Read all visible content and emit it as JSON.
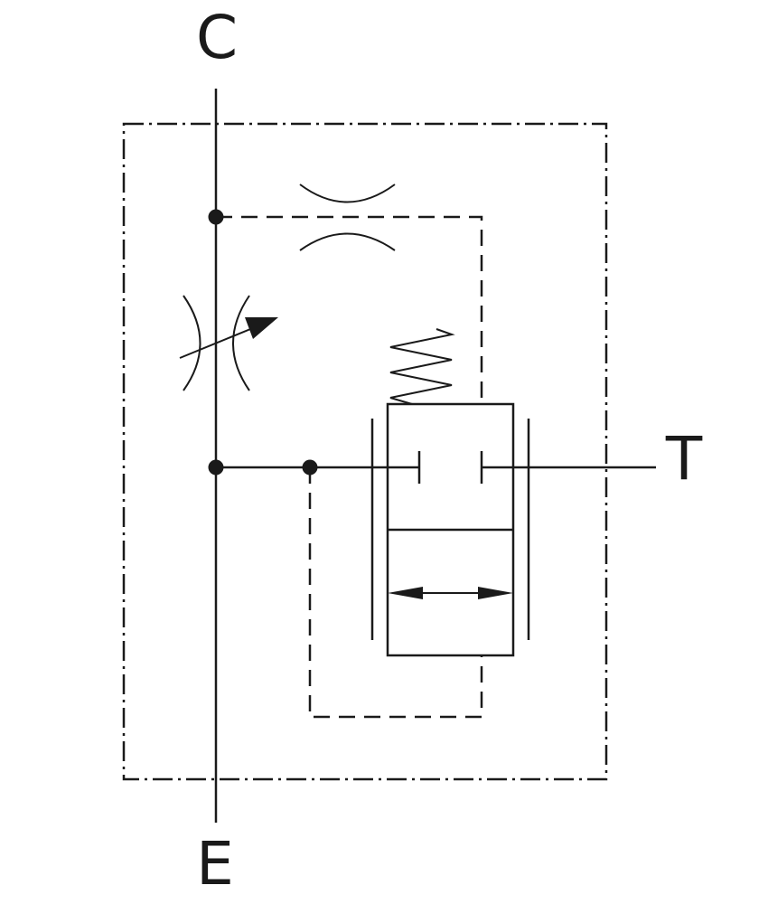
{
  "ports": {
    "c": "C",
    "e": "E",
    "t": "T"
  },
  "colors": {
    "line": "#1a1a1a",
    "background": "#ffffff"
  }
}
